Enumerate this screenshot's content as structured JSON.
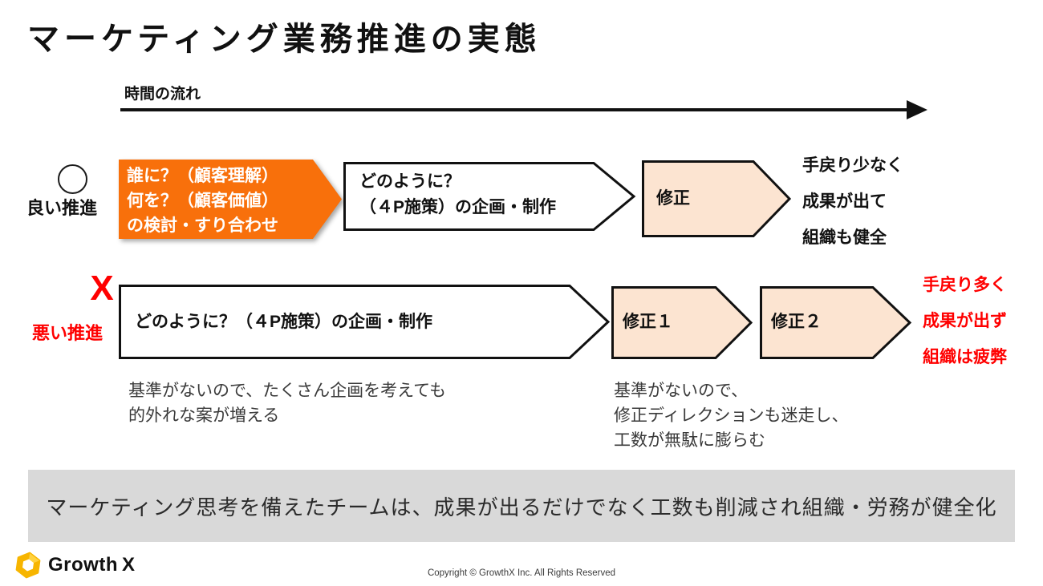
{
  "title": "マーケティング業務推進の実態",
  "timeline": {
    "label": "時間の流れ"
  },
  "good_row": {
    "marker_label": "良い推進",
    "step1_lines": [
      "誰に？（顧客理解）",
      "何を？（顧客価値）",
      "の検討・すり合わせ"
    ],
    "step2_lines": [
      "どのように？",
      "（４P施策）の企画・制作"
    ],
    "step3": "修正",
    "outcome_lines": [
      "手戻り少なく",
      "成果が出て",
      "組織も健全"
    ]
  },
  "bad_row": {
    "marker": "X",
    "marker_label": "悪い推進",
    "step1": "どのように？（４P施策）の企画・制作",
    "step2": "修正１",
    "step3": "修正２",
    "outcome_lines": [
      "手戻り多く",
      "成果が出ず",
      "組織は疲弊"
    ],
    "note1_lines": [
      "基準がないので、たくさん企画を考えても",
      "的外れな案が増える"
    ],
    "note2_lines": [
      "基準がないので、",
      "修正ディレクションも迷走し、",
      "工数が無駄に膨らむ"
    ]
  },
  "summary": "マーケティング思考を備えたチームは、成果が出るだけでなく工数も削減され組織・労務が健全化",
  "footer": {
    "logo_growth": "Growth",
    "logo_x": "X",
    "copyright": "Copyright © GrowthX Inc. All Rights Reserved"
  },
  "colors": {
    "orange": "#F8700B",
    "peach": "#FCE4D1",
    "red": "#FF0000",
    "gray_band": "#D9D9D9",
    "logo_yellow": "#F7B500",
    "logo_yellow_light": "#FFD23F"
  }
}
